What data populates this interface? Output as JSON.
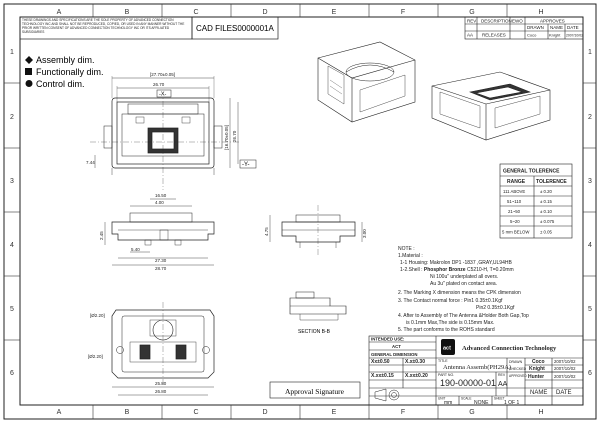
{
  "grid": {
    "cols": [
      "A",
      "B",
      "C",
      "D",
      "E",
      "F",
      "G",
      "H"
    ],
    "rows": [
      "1",
      "2",
      "3",
      "4",
      "5",
      "6"
    ]
  },
  "header": {
    "disclaimer": "THESE DRAWINGS AND SPECIFICATIONS ARE THE SOLE PROPERTY OF ADVANCED CONNECTION TECHNOLOGY INC AND SHALL NOT BE REPRODUCED, COPIED, OR USED IN ANY MANNER WITHOUT THE PRIOR WRITTEN CONSENT OF ADVANCED CONNECTION TECHNOLOGY INC OR ITS AFFILIATED SUBSIDIARIES",
    "cad_label": "CAD FILE:",
    "cad_value": "S0000001A"
  },
  "revision": {
    "rev_header": "REV",
    "desc_header": "DESCRIPTION",
    "ewo_header": "EWO",
    "approves_header": "APPROVES",
    "row_rev": "AA",
    "row_desc": "RELEASES",
    "drawn_label": "DRAWN",
    "name_label": "NAME",
    "date_label": "DATE",
    "coco": "Coco",
    "knight": "Knight",
    "date": "2007/10/02"
  },
  "legend": {
    "assembly": "Assembly dim.",
    "functionally": "Functionally dim.",
    "control": "Control dim."
  },
  "dimensions": {
    "top_width_1": "[27.70±0.05]",
    "top_width_2": "26.70",
    "x_label": "-X-",
    "y_label": "-Y-",
    "left_h": "7.44",
    "right_h1": "[16.70±0.05]",
    "right_h2": "26.70",
    "front_w1": "16.50",
    "front_w2": "5.40",
    "front_w3": "27.30",
    "front_w4": "28.70",
    "front_w5": "4.00",
    "front_h": "2.45",
    "side_h1": "4.75",
    "side_h2": "3.00",
    "bottom_w1": "25.80",
    "bottom_w2": "26.80",
    "bottom_d1": "[Ø2.20]",
    "bottom_d2": "[Ø2.20]",
    "section": "SECTION B-B"
  },
  "tolerance": {
    "title": "GENERAL TOLERENCE",
    "range_header": "RANGE",
    "tol_header": "TOLERENCE",
    "rows": [
      {
        "range": "111 ABOVE",
        "tol": "± 0.20"
      },
      {
        "range": "51~110",
        "tol": "± 0.15"
      },
      {
        "range": "21~50",
        "tol": "± 0.10"
      },
      {
        "range": "5~20",
        "tol": "± 0.075"
      },
      {
        "range": "5 mm BELOW",
        "tol": "± 0.05"
      }
    ]
  },
  "notes": {
    "title": "NOTE :",
    "material": "1.Material :",
    "housing": "1-1 Housing: Makrolon DP1 -1837 ,GRAY,UL94HB",
    "shell_a": "1-2.Shell : ",
    "shell_b": "Phosphor Bronze",
    "shell_c": " C5210-H, T=0.20mm",
    "ni": "Ni 100u\" underplated all overs.",
    "au": "Au 3u\" plated on contact area.",
    "n2a": "2. The Marking ",
    "n2box": "X",
    "n2b": " dimension means the CPK dimension",
    "n3": "3. The Contact normal force : Pin1 0.35±0.1Kgf",
    "n3b": "Pin2 0.35±0.1Kgf",
    "n4": "4. After to Assembly of The Antenna &Holder Both Gap,Top",
    "n4b": "is 0.1mm Max,The side is 0.15mm Max.",
    "n5": "5. The part conforms to the ROHS standard"
  },
  "titleblock": {
    "intended_use": "INTENDED USE:",
    "act": "ACT",
    "company": "Advanced Connection Technology",
    "general_dimension": "GENERAL DIMENSION",
    "title_label": "TITLE",
    "title": "Antenna Assemb(PH29A)",
    "drawn": "DRAWN",
    "checked": "CHECKED",
    "approved": "APPROVED",
    "coco": "Coco",
    "knight": "Knight",
    "hunter": "Hunter",
    "date1": "2007/10/02",
    "date2": "2007/10/02",
    "date3": "2007/10/02",
    "tol_1": "Xx±0.50",
    "tol_2": "X.x±0.30",
    "tol_3": "X.xx±0.15",
    "tol_4": "X.xx±0.20",
    "part_no": "190-00000-01",
    "rev": "AA",
    "rev_label": "REV",
    "part_label": "PART NO.",
    "unit_label": "UNIT",
    "unit": "mm",
    "scale_label": "SCALE",
    "scale": "NONE",
    "sheet_label": "SHEET",
    "sheet": "1 OF 1",
    "name_label": "NAME",
    "date_label": "DATE",
    "logo_text": "act"
  },
  "approval": {
    "label": "Approval  Signature"
  }
}
